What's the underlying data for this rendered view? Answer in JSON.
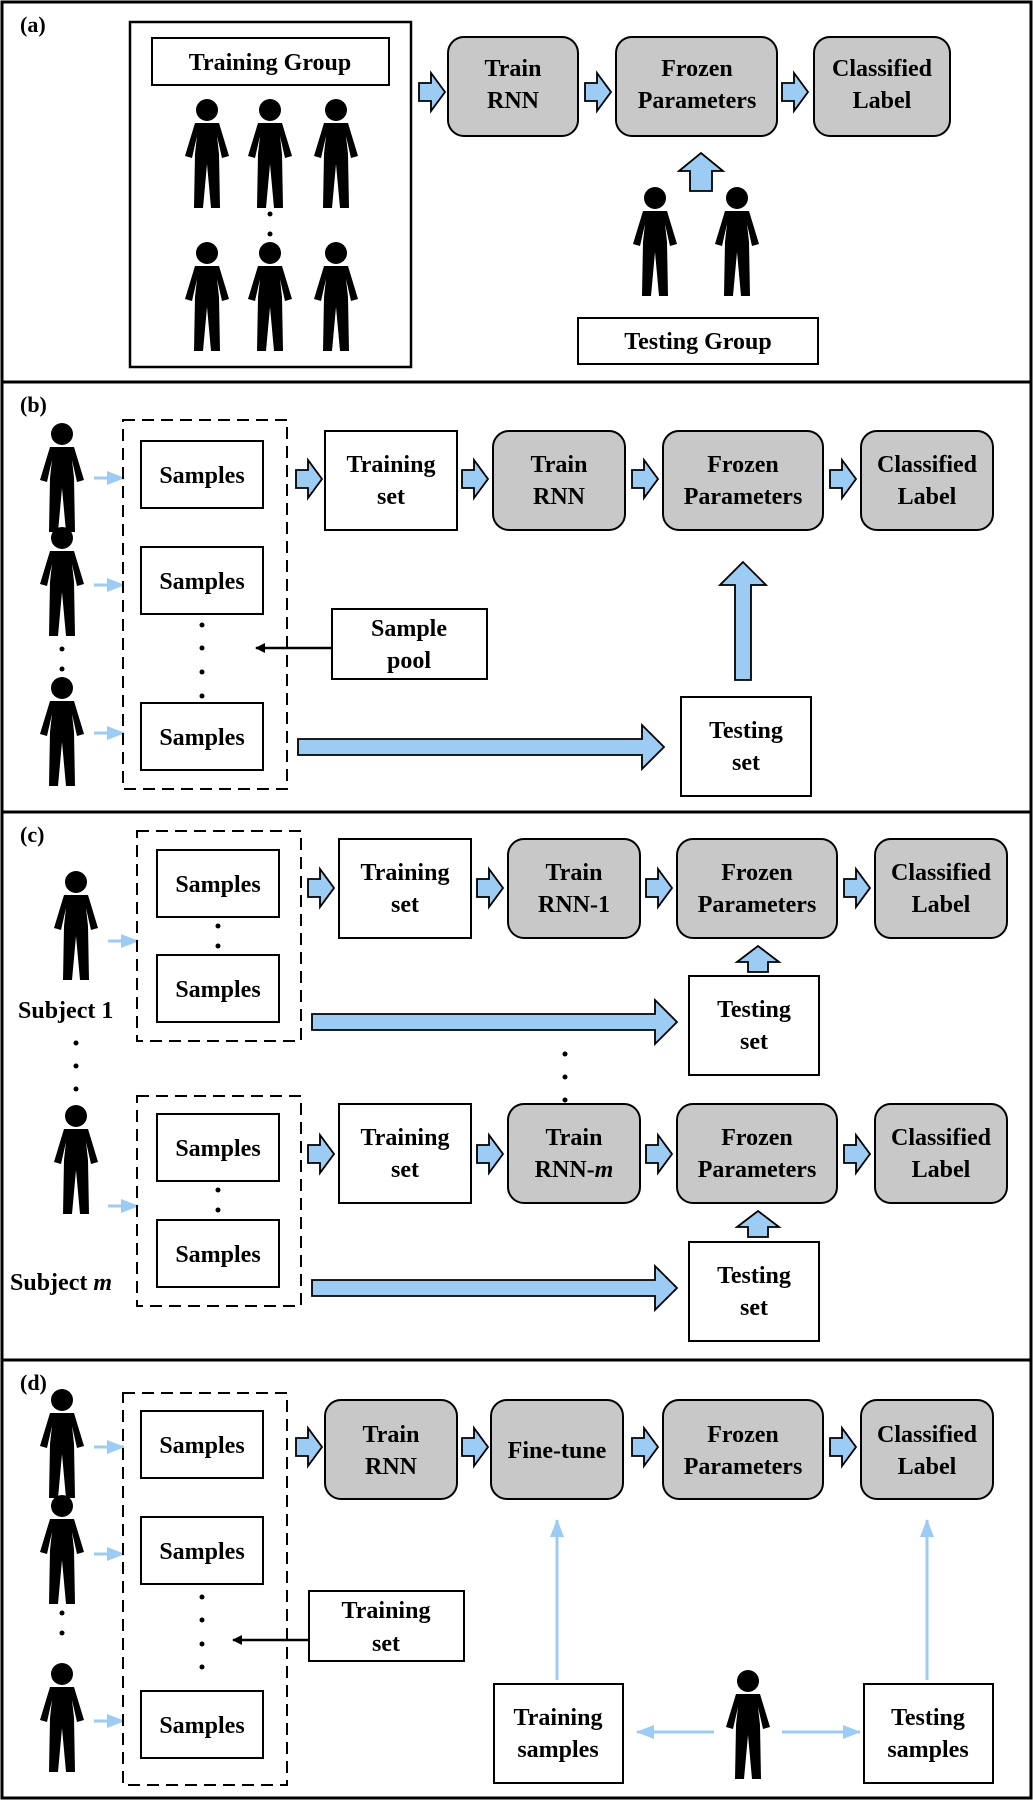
{
  "colors": {
    "panel_border": "#000000",
    "box_gray": "#c8c8c8",
    "box_white": "#ffffff",
    "arrow_blue": "#9ccbf3",
    "arrow_black": "#000000",
    "person": "#000000"
  },
  "icons": {
    "person": "person-icon",
    "block_arrow": "block-arrow-icon"
  },
  "panel_a": {
    "label": "(a)",
    "training_group": "Training Group",
    "testing_group": "Testing Group",
    "train": [
      "Train",
      "RNN"
    ],
    "frozen": [
      "Frozen",
      "Parameters"
    ],
    "classified": [
      "Classified",
      "Label"
    ]
  },
  "panel_b": {
    "label": "(b)",
    "samples": "Samples",
    "training_set": [
      "Training",
      "set"
    ],
    "train": [
      "Train",
      "RNN"
    ],
    "frozen": [
      "Frozen",
      "Parameters"
    ],
    "classified": [
      "Classified",
      "Label"
    ],
    "sample_pool": [
      "Sample",
      "pool"
    ],
    "testing_set": [
      "Testing",
      "set"
    ]
  },
  "panel_c": {
    "label": "(c)",
    "samples": "Samples",
    "subject_1": "Subject 1",
    "subject_m_prefix": "Subject ",
    "subject_m_var": "m",
    "training_set": [
      "Training",
      "set"
    ],
    "train_1": [
      "Train",
      "RNN-1"
    ],
    "train_m_line1": "Train",
    "train_m_prefix": "RNN-",
    "train_m_var": "m",
    "frozen": [
      "Frozen",
      "Parameters"
    ],
    "classified": [
      "Classified",
      "Label"
    ],
    "testing_set": [
      "Testing",
      "set"
    ]
  },
  "panel_d": {
    "label": "(d)",
    "samples": "Samples",
    "train": [
      "Train",
      "RNN"
    ],
    "finetune": "Fine-tune",
    "frozen": [
      "Frozen",
      "Parameters"
    ],
    "classified": [
      "Classified",
      "Label"
    ],
    "training_set": [
      "Training",
      "set"
    ],
    "training_samples": [
      "Training",
      "samples"
    ],
    "testing_samples": [
      "Testing",
      "samples"
    ]
  }
}
